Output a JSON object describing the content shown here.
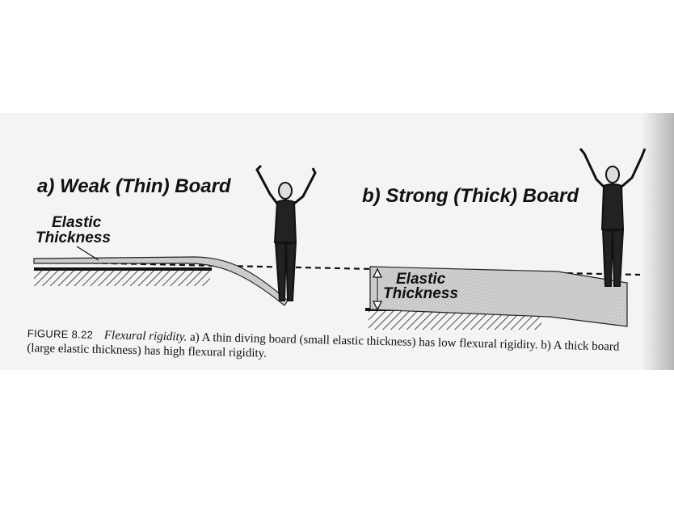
{
  "panel_a": {
    "title": "a) Weak (Thin) Board",
    "label_line1": "Elastic",
    "label_line2": "Thickness"
  },
  "panel_b": {
    "title": "b) Strong (Thick) Board",
    "label_line1": "Elastic",
    "label_line2": "Thickness"
  },
  "caption": {
    "figure_number": "FIGURE 8.22",
    "figure_title": "Flexural rigidity.",
    "text": "a) A thin diving board (small elastic thickness) has low flexural rigidity. b) A thick board (large elastic thickness) has high flexural rigidity."
  }
}
